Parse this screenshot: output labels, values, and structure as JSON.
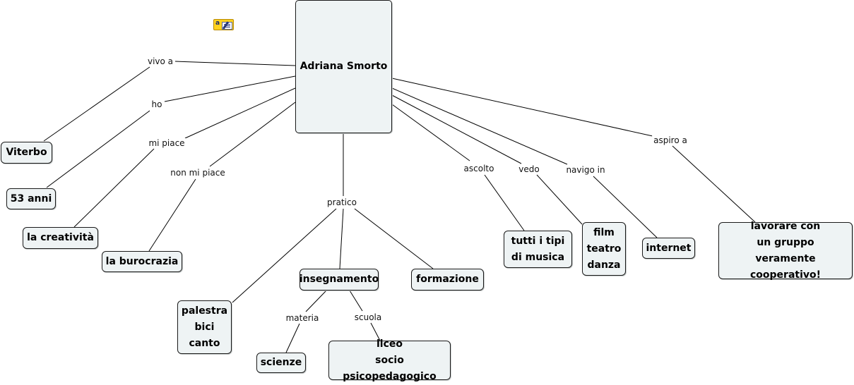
{
  "central": {
    "label": "Adriana Smorto"
  },
  "icon": {
    "name": "note-icon"
  },
  "nodes": {
    "viterbo": "Viterbo",
    "eta": "53 anni",
    "creativita": "la creatività",
    "burocrazia": "la burocrazia",
    "palestra": "palestra\nbici\ncanto",
    "insegnamento": "insegnamento",
    "scienze": "scienze",
    "liceo": "liceo\nsocio psicopedagogico",
    "formazione": "formazione",
    "musica": "tutti i tipi\ndi musica",
    "film": "film\nteatro\ndanza",
    "internet": "internet",
    "cooperativo": "lavorare con\nun gruppo\nveramente cooperativo!"
  },
  "links": {
    "vivo_a": "vivo a",
    "ho": "ho",
    "mi_piace": "mi piace",
    "non_mi_piace": "non mi piace",
    "pratico": "pratico",
    "materia": "materia",
    "scuola": "scuola",
    "ascolto": "ascolto",
    "vedo": "vedo",
    "navigo_in": "navigo  in",
    "aspiro_a": "aspiro a"
  }
}
